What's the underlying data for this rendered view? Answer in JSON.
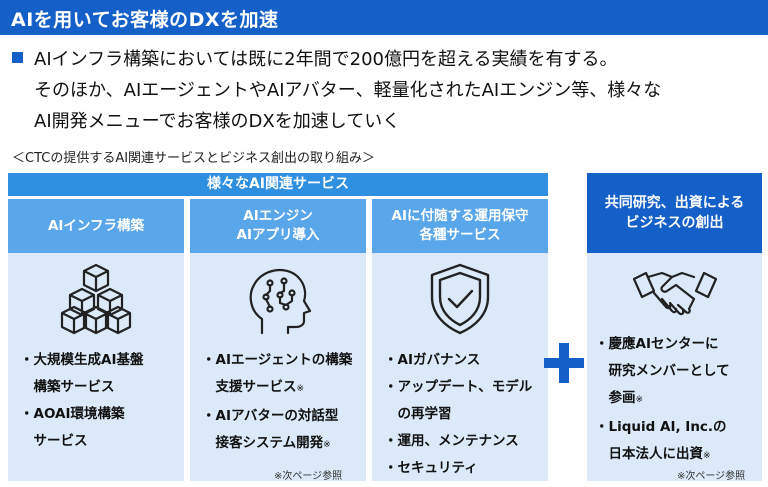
{
  "title": "AIを用いてお客様のDXを加速",
  "intro": [
    "AIインフラ構築においては既に2年間で200億円を超える実績を有する。",
    "そのほか、AIエージェントやAIアバター、軽量化されたAIエンジン等、様々な",
    "AI開発メニューでお客様のDXを加速していく"
  ],
  "subtitle": "＜CTCの提供するAI関連サービスとビジネス創出の取り組み＞",
  "group_header": "様々なAI関連サービス",
  "columns": [
    {
      "head": [
        "AIインフラ構築"
      ],
      "icon": "cubes-icon",
      "items": [
        "・大規模生成AI基盤",
        "　構築サービス",
        "・AOAI環境構築",
        "　サービス"
      ]
    },
    {
      "head": [
        "AIエンジン",
        "AIアプリ導入"
      ],
      "icon": "brain-head-icon",
      "items": [
        "・AIエージェントの構築",
        "　支援サービス",
        "・AIアバターの対話型",
        "　接客システム開発"
      ],
      "marks": [
        "※",
        "※"
      ],
      "note": "※次ページ参照"
    },
    {
      "head": [
        "AIに付随する運用保守",
        "各種サービス"
      ],
      "icon": "shield-check-icon",
      "items": [
        "・AIガバナンス",
        "・アップデート、モデル",
        "　の再学習",
        "・運用、メンテナンス",
        "・セキュリティ"
      ]
    }
  ],
  "right": {
    "head": [
      "共同研究、出資による",
      "ビジネスの創出"
    ],
    "icon": "handshake-icon",
    "items": [
      "・慶應AIセンターに",
      "　研究メンバーとして",
      "　参画",
      "・Liquid AI, Inc.の",
      "　日本法人に出資"
    ],
    "marks": [
      "※",
      "※"
    ],
    "note": "※次ページ参照"
  },
  "colors": {
    "primary": "#1560c8",
    "group": "#2f8fe0",
    "column_head": "#5aa6ea",
    "panel": "#dbe9f8"
  }
}
